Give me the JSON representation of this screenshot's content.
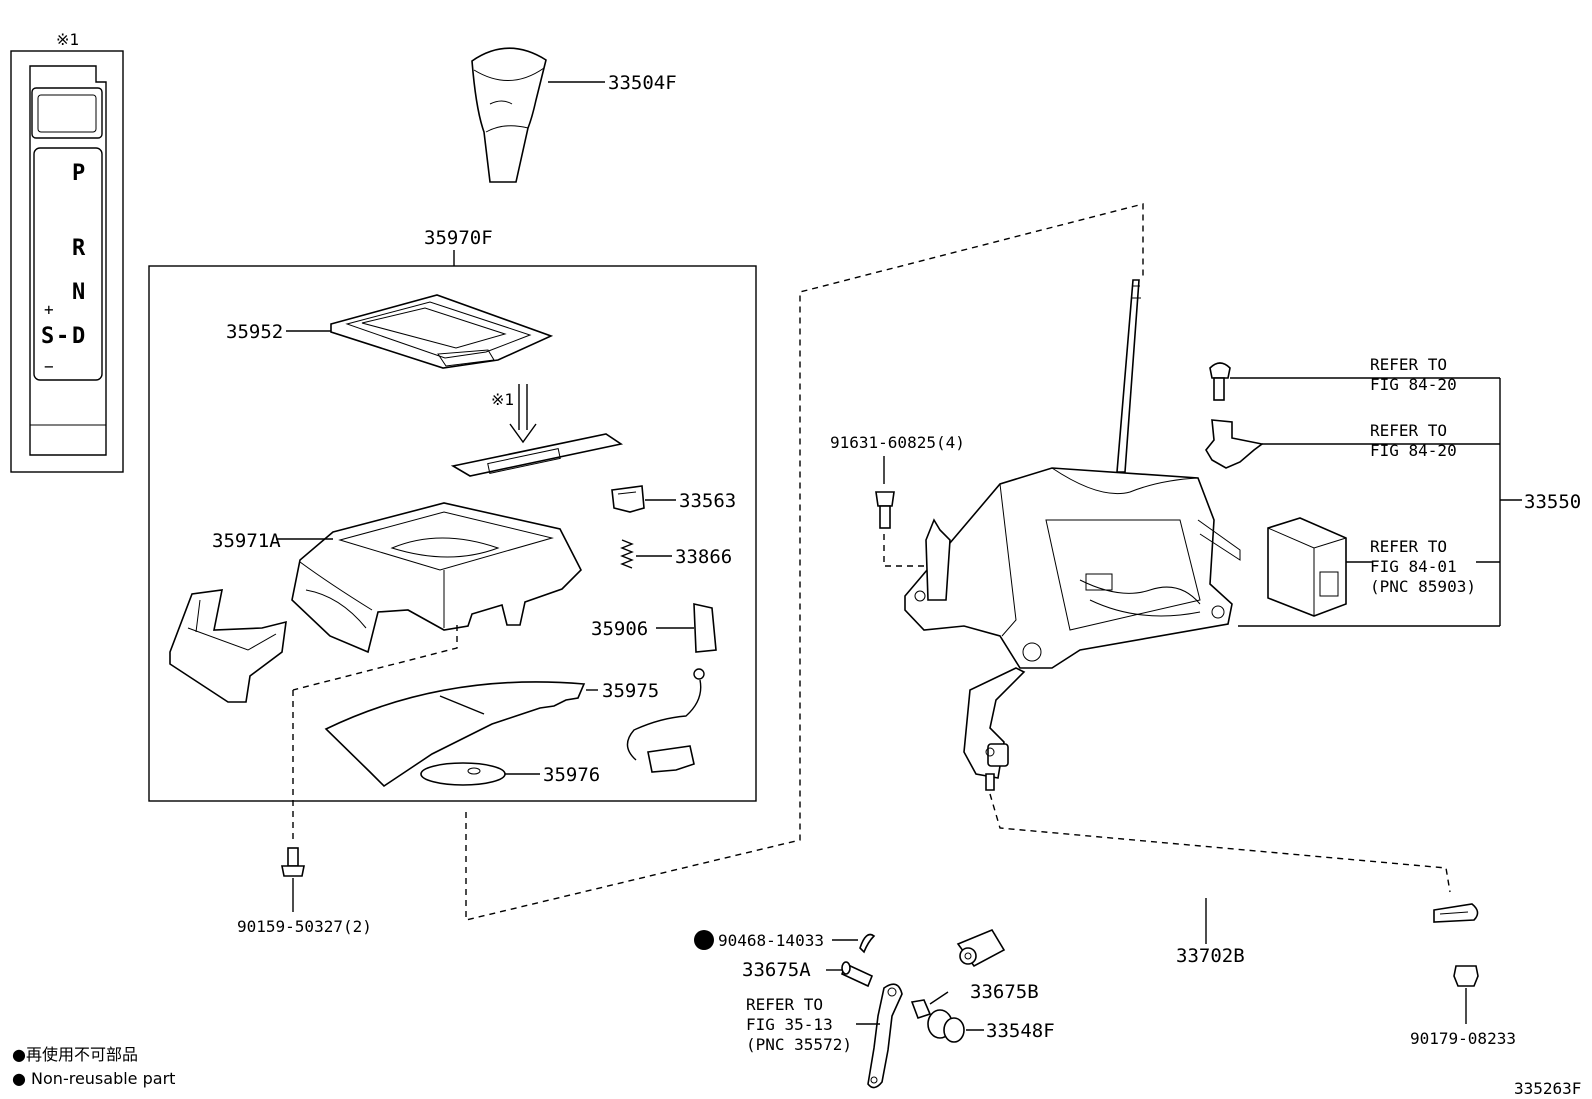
{
  "diagram": {
    "marker_symbol": "※1",
    "gear_indicator": {
      "positions": [
        "P",
        "R",
        "N",
        "D"
      ],
      "sport": "S",
      "dash": "-",
      "plus": "+",
      "minus": "−"
    },
    "labels": {
      "knob": "33504F",
      "assembly_box": "35970F",
      "plate": "35952",
      "housing": "35971A",
      "solenoid": "33563",
      "spring": "33866",
      "switch": "35906",
      "indicator_plate": "35975",
      "light": "35976",
      "screw": "90159-50327(2)",
      "bolt": "91631-60825(4)",
      "shift_lever_assy": "33550",
      "pin_clip": "90468-14033",
      "pin": "33675A",
      "bushing": "33675B",
      "bushing_f": "33548F",
      "cable": "33702B",
      "nut": "90179-08233",
      "diagram_id": "335263F"
    },
    "references": {
      "ref1_line1": "REFER TO",
      "ref1_line2": "FIG 84-20",
      "ref2_line1": "REFER TO",
      "ref2_line2": "FIG 84-20",
      "ref3_line1": "REFER TO",
      "ref3_line2": "FIG 84-01",
      "ref3_line3": "(PNC 85903)",
      "ref4_line1": "REFER TO",
      "ref4_line2": "FIG 35-13",
      "ref4_line3": "(PNC 35572)"
    },
    "legend": {
      "line_jp": "●再使用不可部品",
      "line_en": "● Non-reusable part"
    }
  }
}
